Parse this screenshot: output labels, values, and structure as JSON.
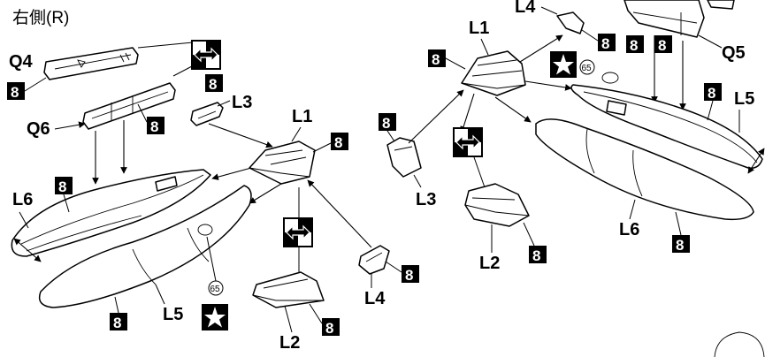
{
  "left_side": {
    "header": "右側(R)",
    "labels": {
      "q4": "Q4",
      "q6": "Q6",
      "l1": "L1",
      "l2": "L2",
      "l3": "L3",
      "l4": "L4",
      "l5": "L5",
      "l6": "L6"
    },
    "color_code": "8",
    "decal_number": "65"
  },
  "right_side": {
    "header": "",
    "labels": {
      "l1": "L1",
      "l2": "L2",
      "l3": "L3",
      "l4": "L4",
      "l5": "L5",
      "l6": "L6",
      "q5": "Q5"
    },
    "color_code": "8",
    "decal_number": "65"
  },
  "icons": [
    "cement-icon",
    "decal-star-icon",
    "paint-color-box-icon",
    "arrow-icon"
  ]
}
